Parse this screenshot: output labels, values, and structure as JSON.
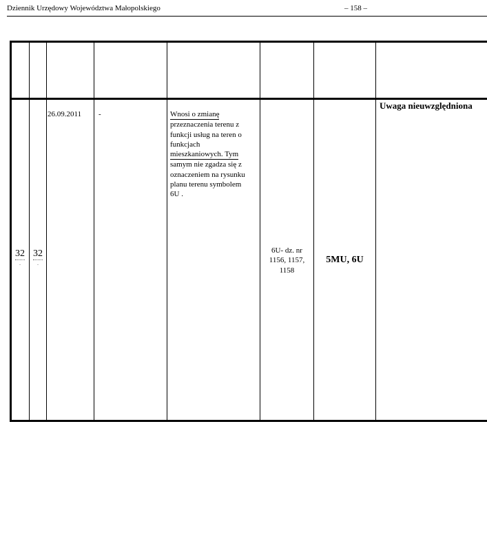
{
  "header": {
    "title": "Dziennik Urzędowy Województwa Małopolskiego",
    "page_number": "– 158 –"
  },
  "table": {
    "row": {
      "number_1": "32",
      "number_2": "32",
      "number_dot": ".",
      "date": "26.09.2011",
      "dash": "-",
      "description_lines": [
        "Wnosi o zmianę",
        "przeznaczenia terenu z",
        "funkcji usług na teren o",
        "funkcjach",
        "mieszkaniowych. Tym",
        "samym nie zgadza się z",
        "oznaczeniem na rysunku",
        "planu terenu symbolem",
        "6U ."
      ],
      "parcel_lines": [
        "6U- dz. nr",
        "1156, 1157,",
        "1158"
      ],
      "plan_symbols": "5MU, 6U",
      "decision": "Uwaga nieuwzględniona"
    }
  }
}
